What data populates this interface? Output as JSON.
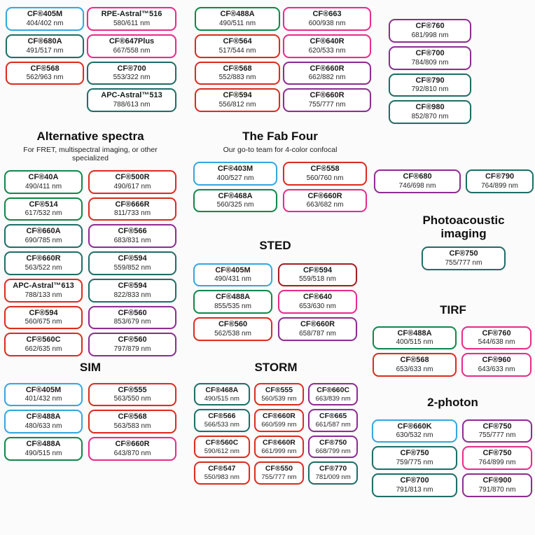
{
  "colors": {
    "blue": "#35a8e0",
    "green": "#10894a",
    "teal": "#1e6f68",
    "red": "#dd2c1f",
    "darkred": "#a31f24",
    "pink": "#e92b8b",
    "purple": "#8e2d92"
  },
  "top": {
    "col1": [
      {
        "name": "CF®405M",
        "range": "404/402 nm",
        "color": "blue"
      },
      {
        "name": "CF®680A",
        "range": "491/517 nm",
        "color": "teal"
      },
      {
        "name": "CF®568",
        "range": "562/963 nm",
        "color": "red"
      }
    ],
    "col2": [
      {
        "name": "RPE-Astral™516",
        "range": "580/611 nm",
        "color": "pink"
      },
      {
        "name": "CF®647Plus",
        "range": "667/558 nm",
        "color": "pink"
      },
      {
        "name": "CF®700",
        "range": "553/322 nm",
        "color": "teal"
      },
      {
        "name": "APC-Astral™513",
        "range": "788/613 nm",
        "color": "teal"
      }
    ],
    "col3": [
      {
        "name": "CF®488A",
        "range": "490/511 nm",
        "color": "green"
      },
      {
        "name": "CF®564",
        "range": "517/544 nm",
        "color": "red"
      },
      {
        "name": "CF®568",
        "range": "552/883 nm",
        "color": "red"
      },
      {
        "name": "CF®594",
        "range": "556/812 nm",
        "color": "red"
      }
    ],
    "col4": [
      {
        "name": "CF®663",
        "range": "600/938 nm",
        "color": "pink"
      },
      {
        "name": "CF®640R",
        "range": "620/533 nm",
        "color": "pink"
      },
      {
        "name": "CF®660R",
        "range": "662/882 nm",
        "color": "purple"
      },
      {
        "name": "CF®660R",
        "range": "755/777 nm",
        "color": "purple"
      }
    ],
    "col5": [
      {
        "name": "CF®760",
        "range": "681/998 nm",
        "color": "purple"
      },
      {
        "name": "CF®700",
        "range": "784/809 nm",
        "color": "purple"
      },
      {
        "name": "CF®790",
        "range": "792/810 nm",
        "color": "teal"
      },
      {
        "name": "CF®980",
        "range": "852/870 nm",
        "color": "teal"
      }
    ]
  },
  "alternative_spectra": {
    "title": "Alternative spectra",
    "subtitle": "For FRET, multispectral imaging, or other specialized",
    "col1": [
      {
        "name": "CF®40A",
        "range": "490/411 nm",
        "color": "green"
      },
      {
        "name": "CF®514",
        "range": "617/532 nm",
        "color": "green"
      },
      {
        "name": "CF®660A",
        "range": "690/785 nm",
        "color": "teal"
      },
      {
        "name": "CF®660R",
        "range": "563/522 nm",
        "color": "teal"
      },
      {
        "name": "APC-Astral™613",
        "range": "788/133 nm",
        "color": "red"
      },
      {
        "name": "CF®594",
        "range": "560/675 nm",
        "color": "red"
      },
      {
        "name": "CF®560C",
        "range": "662/635 nm",
        "color": "red"
      }
    ],
    "col2": [
      {
        "name": "CF®500R",
        "range": "490/617 nm",
        "color": "red"
      },
      {
        "name": "CF®666R",
        "range": "811/733 nm",
        "color": "red"
      },
      {
        "name": "CF®566",
        "range": "683/831 nm",
        "color": "purple"
      },
      {
        "name": "CF®594",
        "range": "559/852 nm",
        "color": "teal"
      },
      {
        "name": "CF®594",
        "range": "822/833 nm",
        "color": "teal"
      },
      {
        "name": "CF®560",
        "range": "853/679 nm",
        "color": "purple"
      },
      {
        "name": "CF®560",
        "range": "797/879 nm",
        "color": "purple"
      }
    ]
  },
  "fab_four": {
    "title": "The Fab Four",
    "subtitle": "Our go-to team for 4-color confocal",
    "col1": [
      {
        "name": "CF®403M",
        "range": "400/527 nm",
        "color": "blue"
      },
      {
        "name": "CF®468A",
        "range": "560/325 nm",
        "color": "green"
      }
    ],
    "col2": [
      {
        "name": "CF®558",
        "range": "560/760 nm",
        "color": "red"
      },
      {
        "name": "CF®660R",
        "range": "663/682 nm",
        "color": "pink"
      }
    ]
  },
  "sted": {
    "title": "STED",
    "col1": [
      {
        "name": "CF®405M",
        "range": "490/431 nm",
        "color": "blue"
      },
      {
        "name": "CF®488A",
        "range": "855/535 nm",
        "color": "green"
      },
      {
        "name": "CF®560",
        "range": "562/538 nm",
        "color": "red"
      }
    ],
    "col2": [
      {
        "name": "CF®594",
        "range": "559/518 nm",
        "color": "darkred"
      },
      {
        "name": "CF®640",
        "range": "653/630 nm",
        "color": "pink"
      },
      {
        "name": "CF®660R",
        "range": "658/787 nm",
        "color": "purple"
      }
    ]
  },
  "near_ir_pair": {
    "col1": [
      {
        "name": "CF®680",
        "range": "746/698 nm",
        "color": "purple"
      }
    ],
    "col2": [
      {
        "name": "CF®790",
        "range": "764/899 nm",
        "color": "teal"
      }
    ]
  },
  "photoacoustic": {
    "title": "Photoacoustic imaging",
    "col1": [
      {
        "name": "CF®750",
        "range": "755/777 nm",
        "color": "teal"
      }
    ]
  },
  "tirf": {
    "title": "TIRF",
    "col1": [
      {
        "name": "CF®488A",
        "range": "400/515 nm",
        "color": "green"
      },
      {
        "name": "CF®568",
        "range": "653/633 nm",
        "color": "red"
      }
    ],
    "col2": [
      {
        "name": "CF®760",
        "range": "544/638 nm",
        "color": "pink"
      },
      {
        "name": "CF®960",
        "range": "643/633 nm",
        "color": "pink"
      }
    ]
  },
  "sim": {
    "title": "SIM",
    "col1": [
      {
        "name": "CF®405M",
        "range": "401/432 nm",
        "color": "blue"
      },
      {
        "name": "CF®488A",
        "range": "480/633 nm",
        "color": "blue"
      },
      {
        "name": "CF®488A",
        "range": "490/515 nm",
        "color": "green"
      }
    ],
    "col2": [
      {
        "name": "CF®555",
        "range": "563/550 nm",
        "color": "red"
      },
      {
        "name": "CF®568",
        "range": "563/583 nm",
        "color": "red"
      },
      {
        "name": "CF®660R",
        "range": "643/870 nm",
        "color": "pink"
      }
    ]
  },
  "storm": {
    "title": "STORM",
    "col1": [
      {
        "name": "CF®468A",
        "range": "490/515 nm",
        "color": "teal"
      },
      {
        "name": "CF®566",
        "range": "566/533 nm",
        "color": "teal"
      },
      {
        "name": "CF®560C",
        "range": "590/612 nm",
        "color": "red"
      },
      {
        "name": "CF®547",
        "range": "550/983 nm",
        "color": "red"
      }
    ],
    "col2": [
      {
        "name": "CF®555",
        "range": "560/539 nm",
        "color": "red"
      },
      {
        "name": "CF®660R",
        "range": "660/599 nm",
        "color": "red"
      },
      {
        "name": "CF®660R",
        "range": "661/999 nm",
        "color": "red"
      },
      {
        "name": "CF®550",
        "range": "755/777 nm",
        "color": "red"
      }
    ],
    "col3": [
      {
        "name": "CF®660C",
        "range": "663/839 nm",
        "color": "purple"
      },
      {
        "name": "CF®665",
        "range": "661/587 nm",
        "color": "purple"
      },
      {
        "name": "CF®750",
        "range": "668/799 nm",
        "color": "purple"
      },
      {
        "name": "CF®770",
        "range": "781/009 nm",
        "color": "teal"
      }
    ]
  },
  "two_photon": {
    "title": "2-photon",
    "col1": [
      {
        "name": "CF®660K",
        "range": "630/532 nm",
        "color": "blue"
      },
      {
        "name": "CF®750",
        "range": "759/775 nm",
        "color": "teal"
      },
      {
        "name": "CF®700",
        "range": "791/813 nm",
        "color": "teal"
      }
    ],
    "col2": [
      {
        "name": "CF®750",
        "range": "755/777 nm",
        "color": "purple"
      },
      {
        "name": "CF®750",
        "range": "764/899 nm",
        "color": "pink"
      },
      {
        "name": "CF®900",
        "range": "791/870 nm",
        "color": "purple"
      }
    ]
  }
}
